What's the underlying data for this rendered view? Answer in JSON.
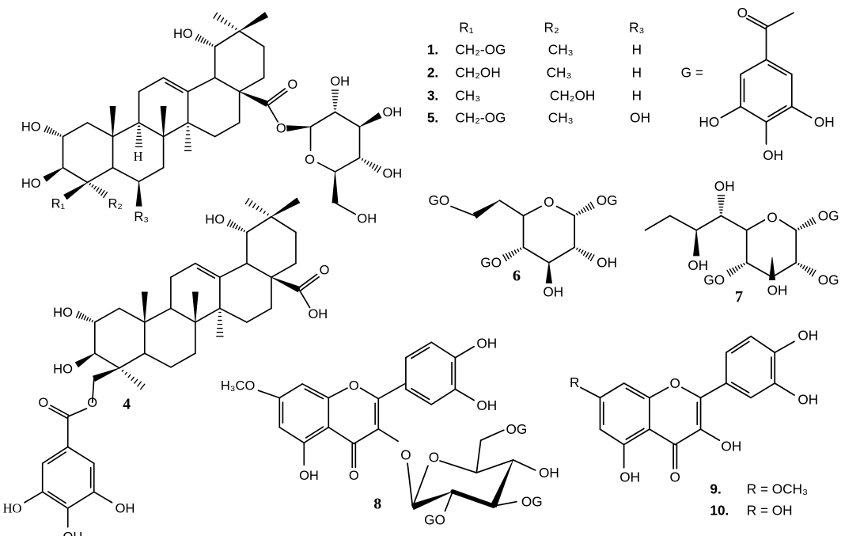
{
  "structure_1": {
    "ho_c19": "HO",
    "ho_c2": "HO",
    "ho_c3": "HO",
    "r1": "R₁",
    "r2": "R₂",
    "r3": "R₃",
    "h9": "H",
    "carbonyl_o": "O",
    "ester_o": "O",
    "sugar_oh_2": "OH",
    "sugar_oh_3": "OH",
    "sugar_oh_4": "OH",
    "sugar_ring_o": "O",
    "sugar_oh_6": "OH"
  },
  "substituent_table": {
    "headers": [
      "R₁",
      "R₂",
      "R₃"
    ],
    "rows": [
      {
        "id": "1.",
        "r1": "CH₂-OG",
        "r2": "CH₃",
        "r3": "H"
      },
      {
        "id": "2.",
        "r1": "CH₂OH",
        "r2": "CH₃",
        "r3": "H"
      },
      {
        "id": "3.",
        "r1": "CH₃",
        "r2": "CH₂OH",
        "r3": "H"
      },
      {
        "id": "5.",
        "r1": "CH₂-OG",
        "r2": "CH₃",
        "r3": "OH"
      }
    ]
  },
  "galloyl": {
    "label": "G =",
    "o": "O",
    "ho": "HO",
    "oh_right": "OH",
    "oh_bottom": "OH"
  },
  "compound_4": {
    "number": "4",
    "ho_c19": "HO",
    "ho_c2": "HO",
    "ho_c3": "HO",
    "acid_o": "O",
    "acid_oh": "OH",
    "ester_o": "O",
    "ester_carbonyl_o": "O",
    "gallate_ho": "HO",
    "gallate_oh_right": "OH",
    "gallate_oh_bottom": "OH"
  },
  "compound_6": {
    "number": "6",
    "go_6": "GO",
    "ring_o": "O",
    "og_1": "OG",
    "oh_2": "OH",
    "oh_3": "OH",
    "go_4": "GO"
  },
  "compound_7": {
    "number": "7",
    "oh_side_top": "OH",
    "oh_side_bottom": "OH",
    "ring_o": "O",
    "og_1": "OG",
    "og_2": "OG",
    "oh_3": "OH",
    "go_4": "GO"
  },
  "compound_8": {
    "number": "8",
    "methoxy": "H₃CO",
    "o1": "O",
    "carbonyl_o": "O",
    "oh_5": "OH",
    "oh_3p": "OH",
    "oh_4p": "OH",
    "link_o": "O",
    "sugar_ring_o": "O",
    "og_6": "OG",
    "oh_4": "OH",
    "og_3": "OG",
    "go_2": "GO"
  },
  "compound_9_10": {
    "r": "R",
    "o1": "O",
    "carbonyl_o": "O",
    "oh_5": "OH",
    "oh_3": "OH",
    "oh_3p": "OH",
    "oh_4p": "OH",
    "variants": [
      {
        "id": "9.",
        "formula": "R  = OCH₃"
      },
      {
        "id": "10.",
        "formula": "R  = OH"
      }
    ]
  }
}
